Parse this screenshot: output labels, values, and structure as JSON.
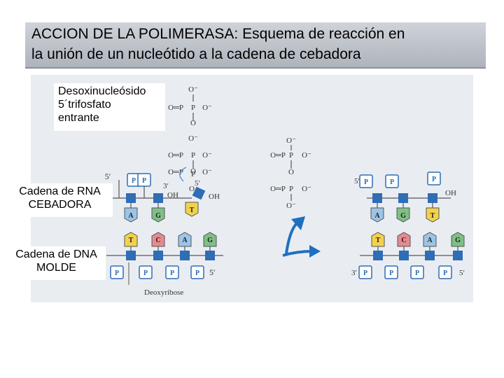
{
  "title": {
    "line1": "ACCION DE LA POLIMERASA: Esquema de reacción en",
    "line2": "la unión de un nucleótido a la cadena de cebadora"
  },
  "callouts": {
    "nucleoside": [
      "Desoxinucleósido",
      "5´trifosfato",
      "entrante"
    ],
    "rna_primer": [
      "Cadena de RNA",
      "CEBADORA"
    ],
    "dna_template": [
      "Cadena de DNA",
      "MOLDE"
    ]
  },
  "diagram": {
    "phosphate_label": "P",
    "oxygen": "O",
    "oxygen_minus": "O⁻",
    "double_bond_oxygen": "O═P",
    "oh_label": "OH",
    "three_prime": "3′",
    "five_prime": "5′",
    "deoxyribose_label": "Deoxyribose",
    "left_primer_bases": [
      "A",
      "G"
    ],
    "incoming_base": "T",
    "left_template_bases": [
      "T",
      "C",
      "A",
      "G"
    ],
    "right_primer_bases": [
      "A",
      "G",
      "T"
    ],
    "right_template_bases": [
      "T",
      "C",
      "A",
      "G"
    ]
  },
  "colors": {
    "sugar": "#2f6db5",
    "phosphate": "#2f6db5",
    "base_A": "#9cc4e6",
    "base_G": "#7fbf86",
    "base_T": "#f3d24b",
    "base_C": "#e58a8f",
    "arrow": "#1f6fc0",
    "background_panel": "#e9edf2"
  }
}
